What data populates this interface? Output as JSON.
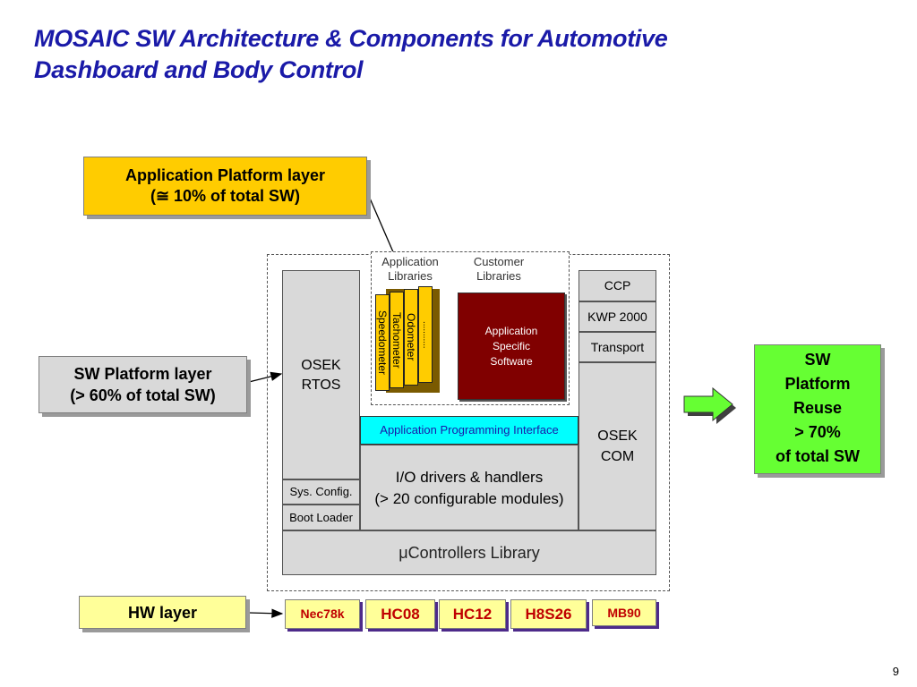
{
  "title": {
    "line1": "MOSAIC SW Architecture & Components for Automotive",
    "line2": "Dashboard and Body Control"
  },
  "callouts": {
    "app_platform": {
      "line1": "Application Platform layer",
      "line2": "(≅ 10% of total SW)"
    },
    "sw_platform": {
      "line1": "SW Platform layer",
      "line2": "(> 60% of total SW)"
    },
    "hw_layer": "HW layer",
    "reuse": {
      "line1": "SW",
      "line2": "Platform",
      "line3": "Reuse",
      "line4": "> 70%",
      "line5": "of total SW"
    }
  },
  "architecture": {
    "osek_rtos": {
      "line1": "OSEK",
      "line2": "RTOS"
    },
    "sys_config": "Sys. Config.",
    "boot_loader": "Boot Loader",
    "app_libraries": {
      "line1": "Application",
      "line2": "Libraries"
    },
    "customer_libraries": {
      "line1": "Customer",
      "line2": "Libraries"
    },
    "app_libs_items": [
      "Speedometer",
      "Tachometer",
      "Odometer",
      "..........."
    ],
    "app_specific": {
      "line1": "Application",
      "line2": "Specific",
      "line3": "Software"
    },
    "ccp": "CCP",
    "kwp": "KWP 2000",
    "transport": "Transport",
    "osek_com": {
      "line1": "OSEK",
      "line2": "COM"
    },
    "api": "Application Programming Interface",
    "io_drivers": {
      "line1": "I/O drivers & handlers",
      "line2": "(> 20 configurable modules)"
    },
    "controllers": {
      "mu": "μ",
      "text": "Controllers Library"
    }
  },
  "hw_chips": [
    "Nec78k",
    "HC08",
    "HC12",
    "H8S26",
    "MB90"
  ],
  "page_number": "9",
  "colors": {
    "title": "#1a1aa8",
    "app_platform_bg": "#ffcc00",
    "sw_platform_bg": "#d9d9d9",
    "hw_bg": "#ffff99",
    "reuse_bg": "#66ff33",
    "api_bg": "#00ffff",
    "app_specific_bg": "#800000",
    "lib_book_bg": "#ffcc00",
    "chip_text": "#c00000"
  }
}
